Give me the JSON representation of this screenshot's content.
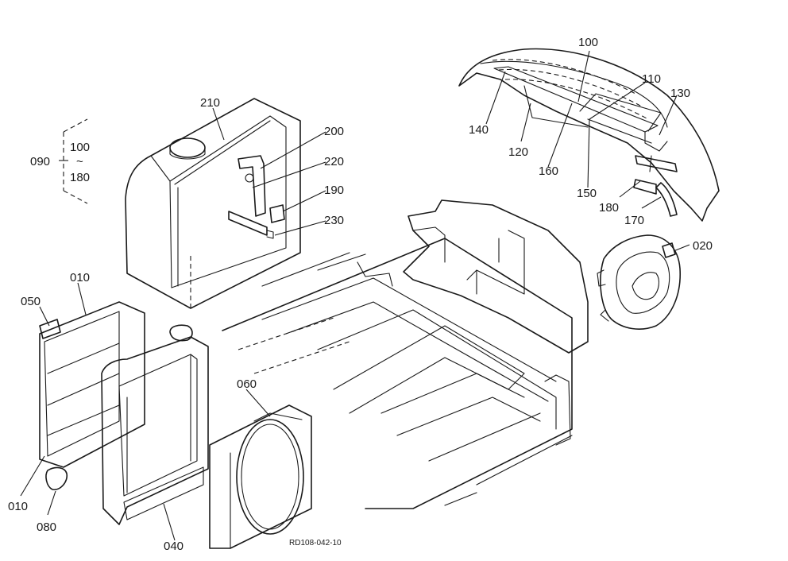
{
  "diagram": {
    "reference": "RD108-042-10",
    "parts": {
      "p010a": "010",
      "p010b": "010",
      "p020": "020",
      "p040": "040",
      "p050": "050",
      "p060": "060",
      "p080": "080",
      "p090": "090",
      "p090_from": "100",
      "p090_tilde": "~",
      "p090_to": "180",
      "p100": "100",
      "p110": "110",
      "p120": "120",
      "p130": "130",
      "p140": "140",
      "p150": "150",
      "p160": "160",
      "p170": "170",
      "p180": "180",
      "p190": "190",
      "p200": "200",
      "p210": "210",
      "p220": "220",
      "p230": "230"
    }
  }
}
